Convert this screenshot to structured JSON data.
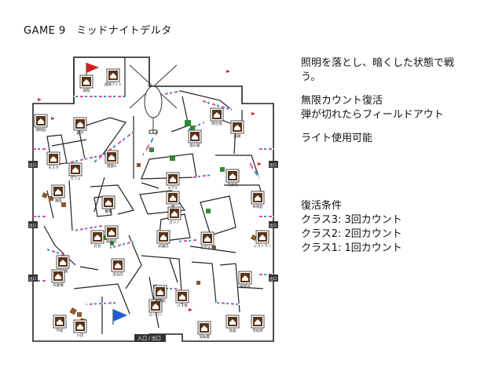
{
  "title": "GAME 9　ミッドナイトデルタ",
  "rules": {
    "line1": "照明を落とし、暗くした状態で戦う。",
    "line2": "無限カウント復活",
    "line3": "弾が切れたらフィールドアウト",
    "line4": "ライト使用可能",
    "respawn_heading": "復活条件",
    "class3": "クラス3: 3回カウント",
    "class2": "クラス2: 2回カウント",
    "class1": "クラス1: 1回カウント"
  },
  "map": {
    "entrance_label": "入口 / 出口",
    "exit_label": "出口",
    "buildings": {
      "hospital": "病院",
      "bandit_hideout": "盗賊アジト",
      "bank": "銀行",
      "museum": "博物館",
      "clock_tower": "時計塔",
      "gallery": "画廊",
      "tower_house": "塔の家",
      "mosque": "モスク",
      "shop_a": "雑貨A",
      "cafe": "カフェ",
      "hotel": "ホテル",
      "oil_field": "油田",
      "police": "警察",
      "music_hall": "音楽堂",
      "gym": "体育館",
      "lighthouse": "灯台",
      "casino": "カジノ",
      "library": "図書館",
      "restaurant": "レストラン",
      "bakery": "パン屋",
      "weapon_shop": "武器店",
      "video_shop": "ビデオ店",
      "workshop": "作業場",
      "observatory": "展望台",
      "jewelry": "宝石店",
      "supermarket": "スーパー",
      "bus_stop": "バス停",
      "fire_station": "消防署",
      "city_hall": "市役所",
      "trading_co": "商会",
      "school": "学校",
      "post_office": "郵便局",
      "port": "港",
      "mini_shop": "小店"
    }
  }
}
